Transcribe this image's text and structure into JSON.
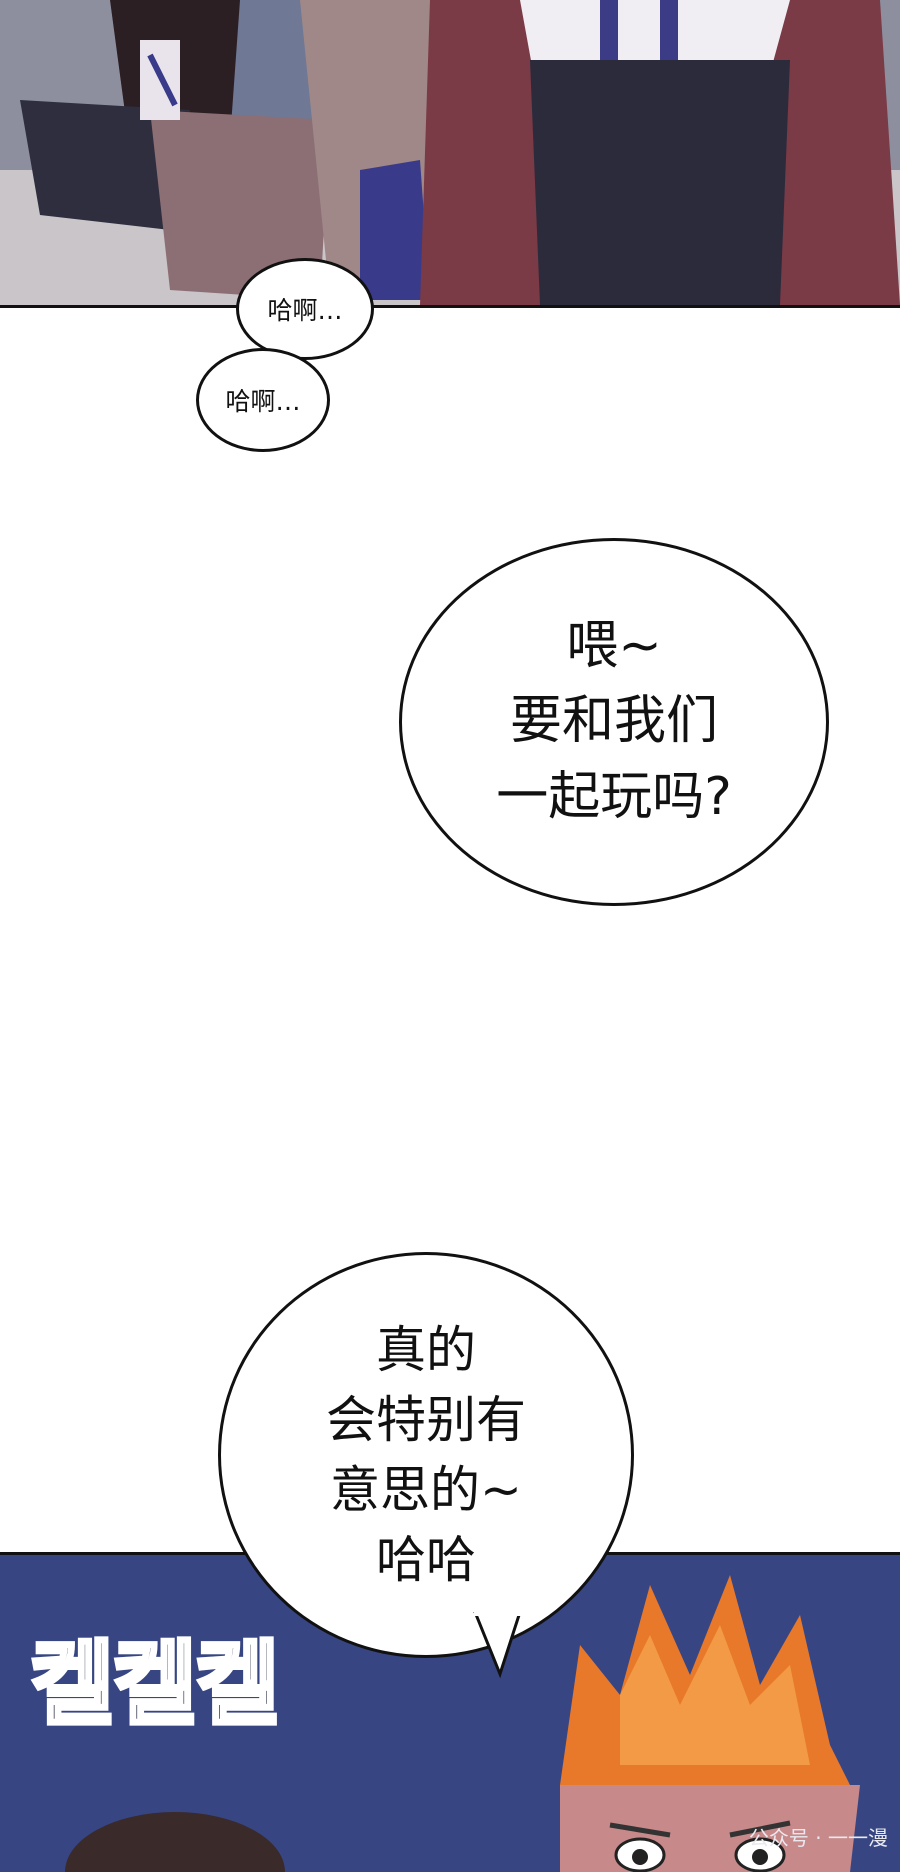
{
  "top_panel": {
    "bubbles": [
      "哈啊…",
      "哈啊…"
    ]
  },
  "middle": {
    "bubble_text": "喂~\n要和我们\n一起玩吗?"
  },
  "bottom_panel": {
    "bubble_text": "真的\n会特别有\n意思的~\n哈哈",
    "sfx": "켈켈켈",
    "watermark": "公众号 · 一一漫"
  },
  "colors": {
    "top_bg": "#8a8a9a",
    "bottom_bg": "#3b4a86",
    "hair_orange": "#e8782a"
  }
}
